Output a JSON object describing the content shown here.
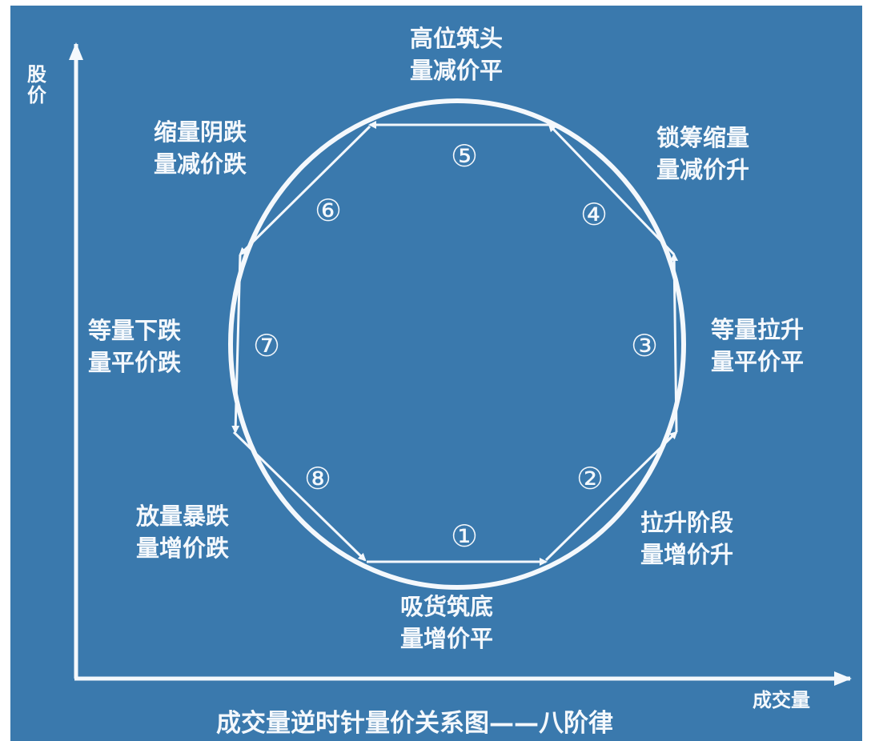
{
  "axes": {
    "y_label": "股价",
    "x_label": "成交量"
  },
  "title": "成交量逆时针量价关系图——八阶律",
  "colors": {
    "background": "#3a79ad",
    "foreground": "#f4f8fc"
  },
  "stages": [
    {
      "number": "①",
      "name": "吸货筑底",
      "relation": "量增价平"
    },
    {
      "number": "②",
      "name": "拉升阶段",
      "relation": "量增价升"
    },
    {
      "number": "③",
      "name": "等量拉升",
      "relation": "量平价平"
    },
    {
      "number": "④",
      "name": "锁筹缩量",
      "relation": "量减价升"
    },
    {
      "number": "⑤",
      "name": "高位筑头",
      "relation": "量减价平"
    },
    {
      "number": "⑥",
      "name": "缩量阴跌",
      "relation": "量减价跌"
    },
    {
      "number": "⑦",
      "name": "等量下跌",
      "relation": "量平价跌"
    },
    {
      "number": "⑧",
      "name": "放量暴跌",
      "relation": "量增价跌"
    }
  ]
}
